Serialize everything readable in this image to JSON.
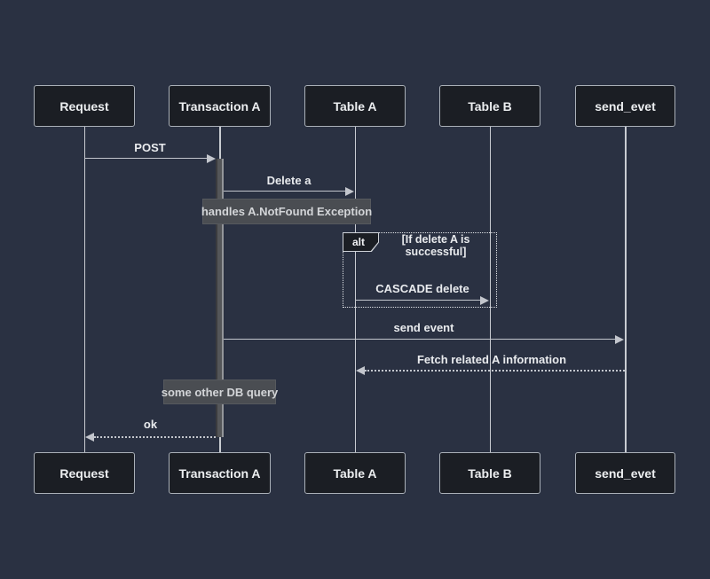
{
  "diagram_type": "sequence",
  "colors": {
    "background": "#2a3142",
    "actor_fill": "#1b1e24",
    "actor_border": "#aab0b8",
    "line": "#c3c6cd",
    "note_fill": "#4a4d52",
    "note_text": "#d3d5d8",
    "message_text": "#e9ebee",
    "activation_fill": "#545659"
  },
  "actors": [
    {
      "name": "Request"
    },
    {
      "name": "Transaction A"
    },
    {
      "name": "Table A"
    },
    {
      "name": "Table B"
    },
    {
      "name": "send_evet"
    }
  ],
  "messages": [
    {
      "label": "POST",
      "from": "Request",
      "to": "Transaction A",
      "style": "solid"
    },
    {
      "label": "Delete a",
      "from": "Transaction A",
      "to": "Table A",
      "style": "solid"
    },
    {
      "label": "CASCADE delete",
      "from": "Table A",
      "to": "Table B",
      "style": "solid"
    },
    {
      "label": "send event",
      "from": "Transaction A",
      "to": "send_evet",
      "style": "solid"
    },
    {
      "label": "Fetch related A information",
      "from": "send_evet",
      "to": "Table A",
      "style": "dashed"
    },
    {
      "label": "ok",
      "from": "Transaction A",
      "to": "Request",
      "style": "dashed"
    }
  ],
  "notes": [
    {
      "text": "handles A.NotFound Exception"
    },
    {
      "text": "some other DB query"
    }
  ],
  "alt_block": {
    "label": "alt",
    "condition": "[If delete A is successful]"
  }
}
